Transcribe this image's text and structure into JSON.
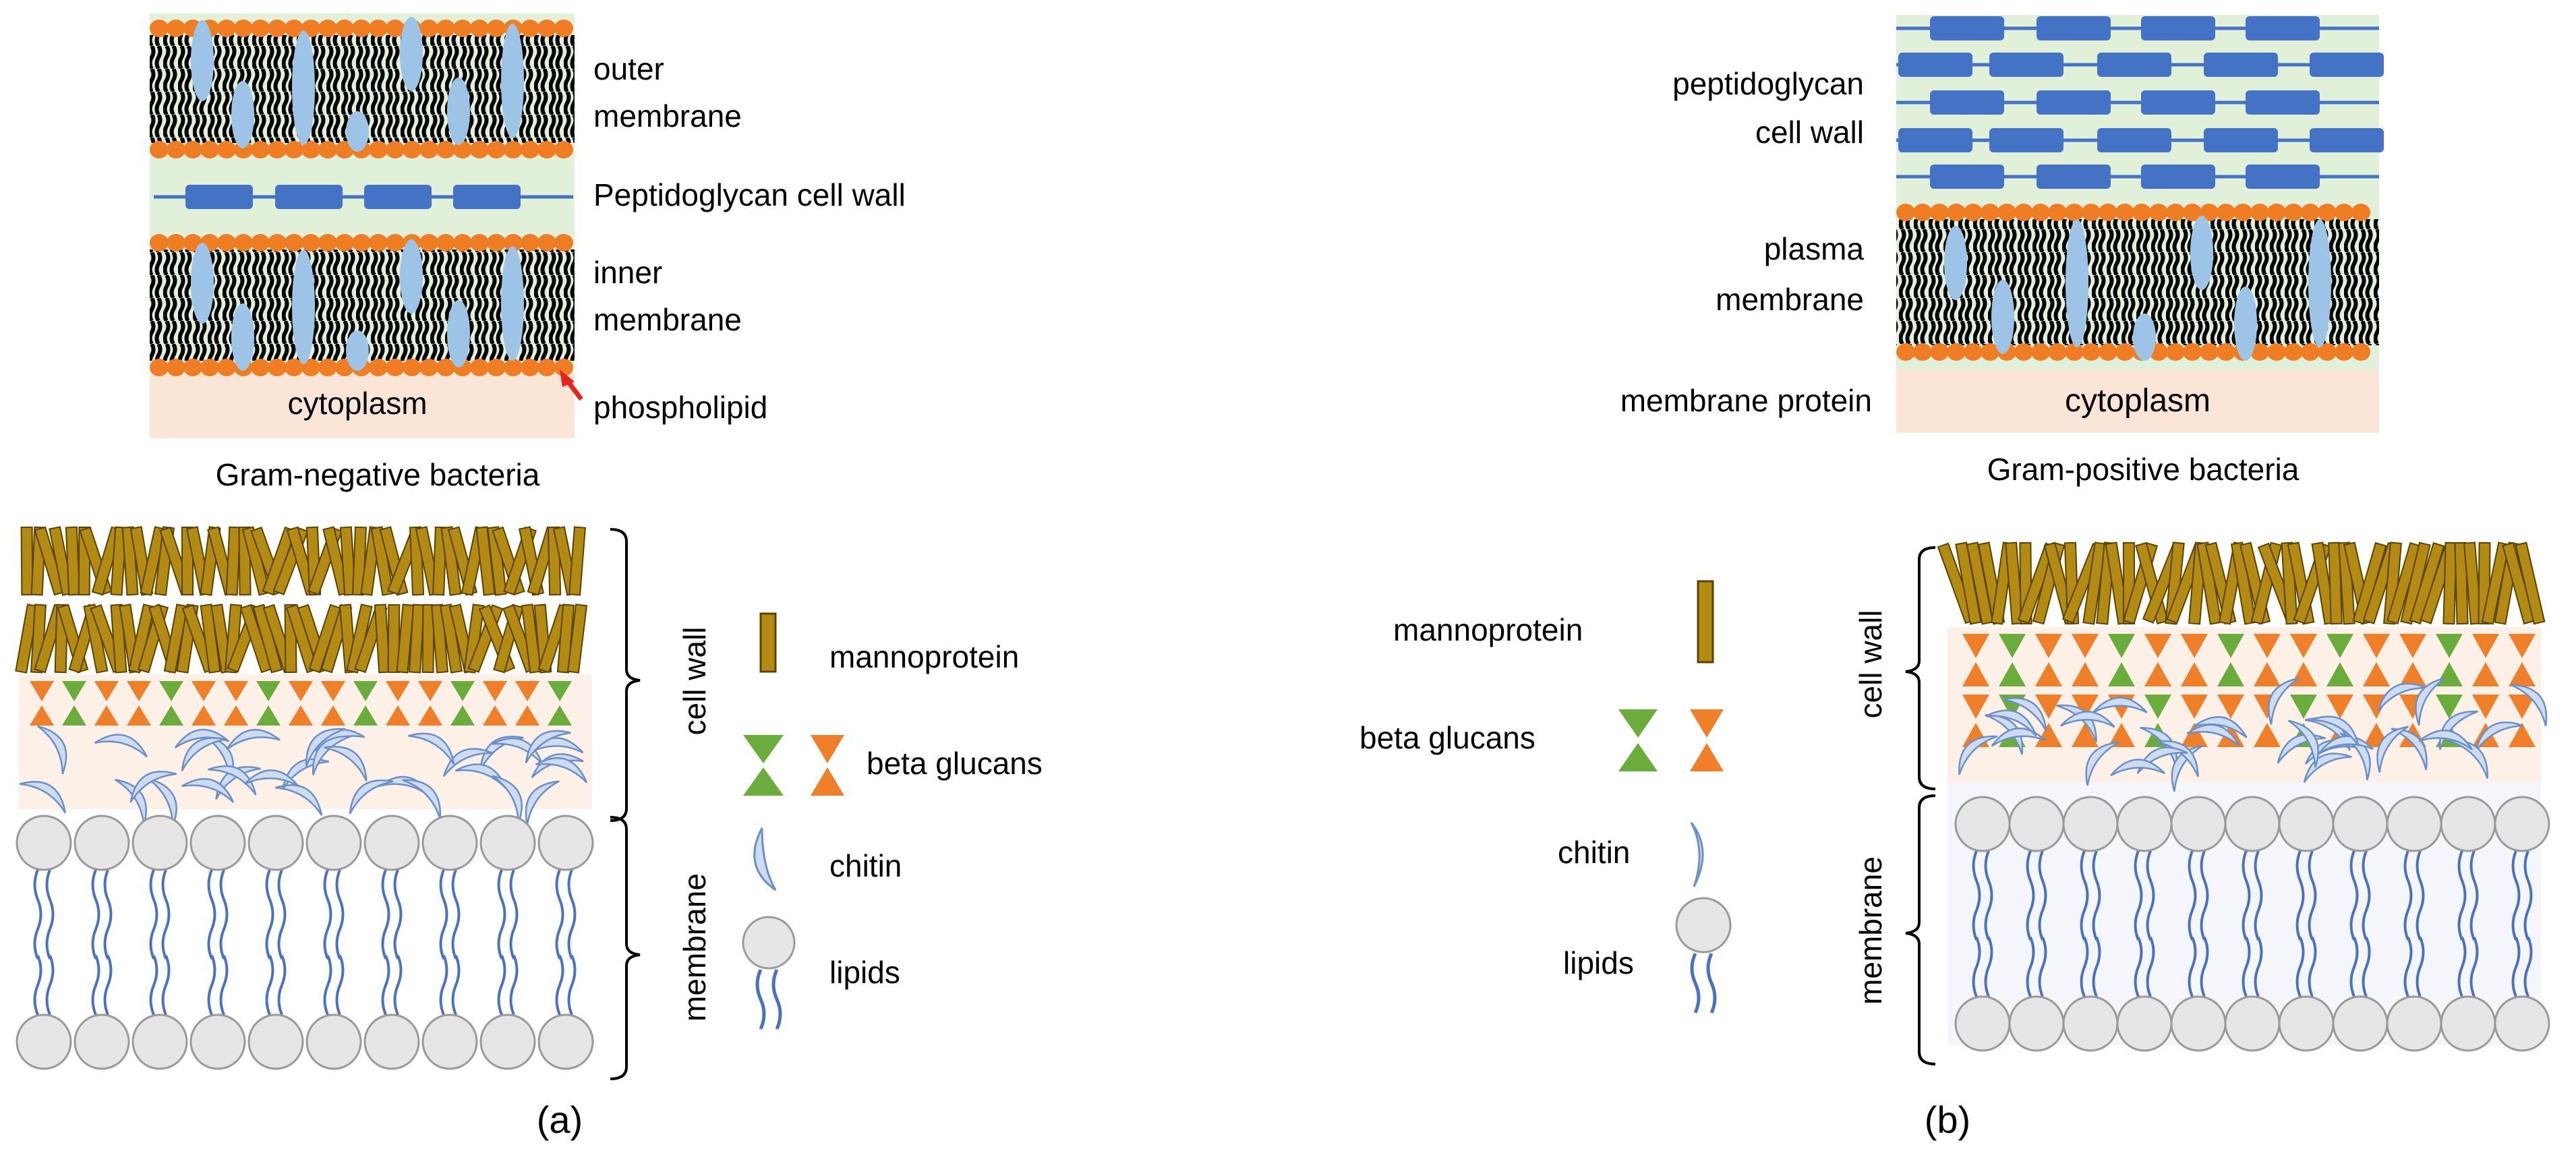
{
  "panel_a": {
    "gram_negative": {
      "label_outer_1": "outer",
      "label_outer_2": "membrane",
      "label_pg": "Peptidoglycan cell wall",
      "label_inner_1": "inner",
      "label_inner_2": "membrane",
      "label_cytoplasm": "cytoplasm",
      "label_phospholipid": "phospholipid",
      "caption": "Gram-negative bacteria"
    },
    "fungal": {
      "label_cellwall": "cell wall",
      "label_membrane": "membrane"
    },
    "legend": {
      "mannoprotein": "mannoprotein",
      "beta_glucans": "beta glucans",
      "chitin": "chitin",
      "lipids": "lipids"
    },
    "panel_label": "(a)"
  },
  "panel_b": {
    "gram_positive": {
      "label_pg_1": "peptidoglycan",
      "label_pg_2": "cell wall",
      "label_plasma_1": "plasma",
      "label_plasma_2": "membrane",
      "label_membrane_protein": "membrane protein",
      "label_cytoplasm": "cytoplasm",
      "caption": "Gram-positive bacteria"
    },
    "fungal": {
      "label_cellwall": "cell wall",
      "label_membrane": "membrane"
    },
    "legend": {
      "mannoprotein": "mannoprotein",
      "beta_glucans": "beta glucans",
      "chitin": "chitin",
      "lipids": "lipids"
    },
    "panel_label": "(b)"
  },
  "colors": {
    "mannoprotein": "#b38a12",
    "mannoprotein_stroke": "#5a4300",
    "glucan_orange": "#f07f2a",
    "glucan_green": "#6aad3c",
    "chitin_fill": "#cddcf0",
    "chitin_stroke": "#6b8fc7",
    "lipid_fill": "#e6e6e6",
    "lipid_stroke": "#9a9a9a",
    "lipid_tail": "#4a72c2",
    "peptidoglycan": "#4472c4",
    "phospholipid_head": "#ef7d24",
    "membrane_bg": "#e1f0d9",
    "cytoplasm_bg": "#fbe5d6",
    "protein_fill": "#9dc3e6",
    "arrow": "#e8231c"
  }
}
